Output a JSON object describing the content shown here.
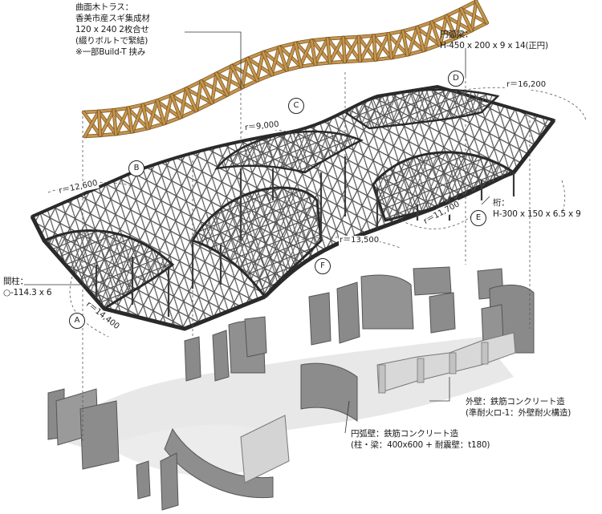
{
  "labels": {
    "truss": [
      "曲面木トラス：",
      "香美市産スギ集成材",
      "120 x 240  2枚合せ",
      "(綴りボルトで緊結)",
      "※一部Build-T 挟み"
    ],
    "arc_beam": [
      "円弧梁：",
      "H-450 x 200 x 9 x 14(正円)"
    ],
    "girder": [
      "桁：",
      "H-300 x 150 x 6.5 x 9"
    ],
    "column": [
      "間柱：",
      "○-114.3 x 6"
    ],
    "outer_wall": [
      "外壁：鉄筋コンクリート造",
      "(準耐火ロ-1：外壁耐火構造)"
    ],
    "arc_wall": [
      "円弧壁：鉄筋コンクリート造",
      "(柱・梁：400x600 + 耐震壁：t180)"
    ]
  },
  "markers": {
    "A": "A",
    "B": "B",
    "C": "C",
    "D": "D",
    "E": "E",
    "F": "F"
  },
  "radii": {
    "r_a": "r＝14,400",
    "r_b": "r＝12,600",
    "r_c": "r＝9,000",
    "r_d": "r＝16,200",
    "r_e": "r＝11,700",
    "r_f": "r＝13,500"
  },
  "colors": {
    "wood": "#c4954c",
    "wood_edge": "#7a5524",
    "steel": "#5e5e5e",
    "steel_dark": "#2f2f2f",
    "concrete": "#8c8c8c",
    "concrete_light": "#b0b0b0",
    "shadow": "#e6e6e6"
  }
}
